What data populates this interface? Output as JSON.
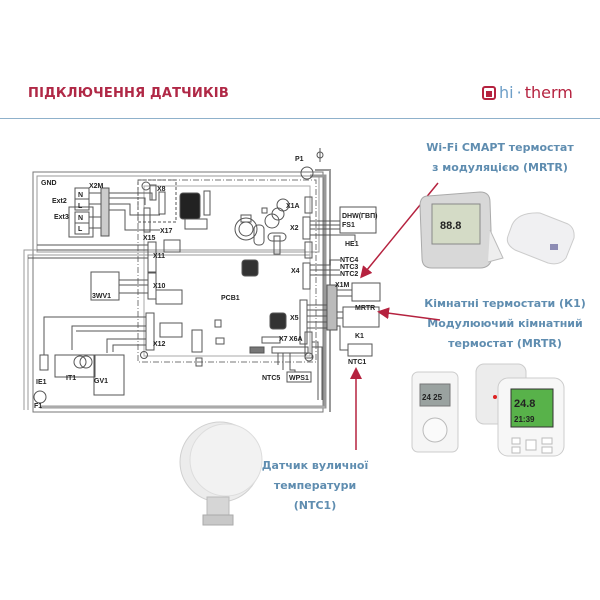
{
  "header": {
    "title": "ПІДКЛЮЧЕННЯ ДАТЧИКІВ",
    "logo_hi": "hi",
    "logo_sep": "·",
    "logo_therm": "therm"
  },
  "captions": {
    "wifi_line1": "Wi-Fi СМАРТ термостат",
    "wifi_line2": "з модуляцією (MRTR)",
    "room_line1": "Кімнатні термостати (К1)",
    "room_line2": "Модулюючий кімнатний",
    "room_line3": "термостат (MRTR)",
    "outdoor_line1": "Датчик вуличної",
    "outdoor_line2": "температури (NTC1)"
  },
  "diagram": {
    "labels": {
      "gnd": "GND",
      "x2m": "X2M",
      "ext2": "Ext2",
      "ext3": "Ext3",
      "n": "N",
      "l": "L",
      "x8": "X8",
      "x17": "X17",
      "x15": "X15",
      "x11": "X11",
      "x10": "X10",
      "wv1": "3WV1",
      "x12": "X12",
      "ie1": "IE1",
      "it1": "IT1",
      "gv1": "GV1",
      "f1": "F1",
      "pcb1": "PCB1",
      "p1": "P1",
      "x1a": "X1A",
      "x2": "X2",
      "dhw": "DHW(ГВП)",
      "fs1": "FS1",
      "he1": "HE1",
      "ntc4": "NTC4",
      "ntc3": "NTC3",
      "ntc2": "NTC2",
      "x4": "X4",
      "x1m": "X1M",
      "mrtr": "MRTR",
      "x5": "X5",
      "k1": "K1",
      "x7": "X7",
      "x6a": "X6A",
      "ntc1": "NTC1",
      "ntc5": "NTC5",
      "wps1": "WPS1",
      "one": "1"
    }
  },
  "devices": {
    "wifi_display": "88.8",
    "room_display_temp": "24.8",
    "room_display_time": "21:39",
    "dial_display": "24 25"
  },
  "colors": {
    "accent": "#b02846",
    "caption": "#5f8db0",
    "arrow": "#b5223f",
    "divider": "#8fb1cb"
  }
}
